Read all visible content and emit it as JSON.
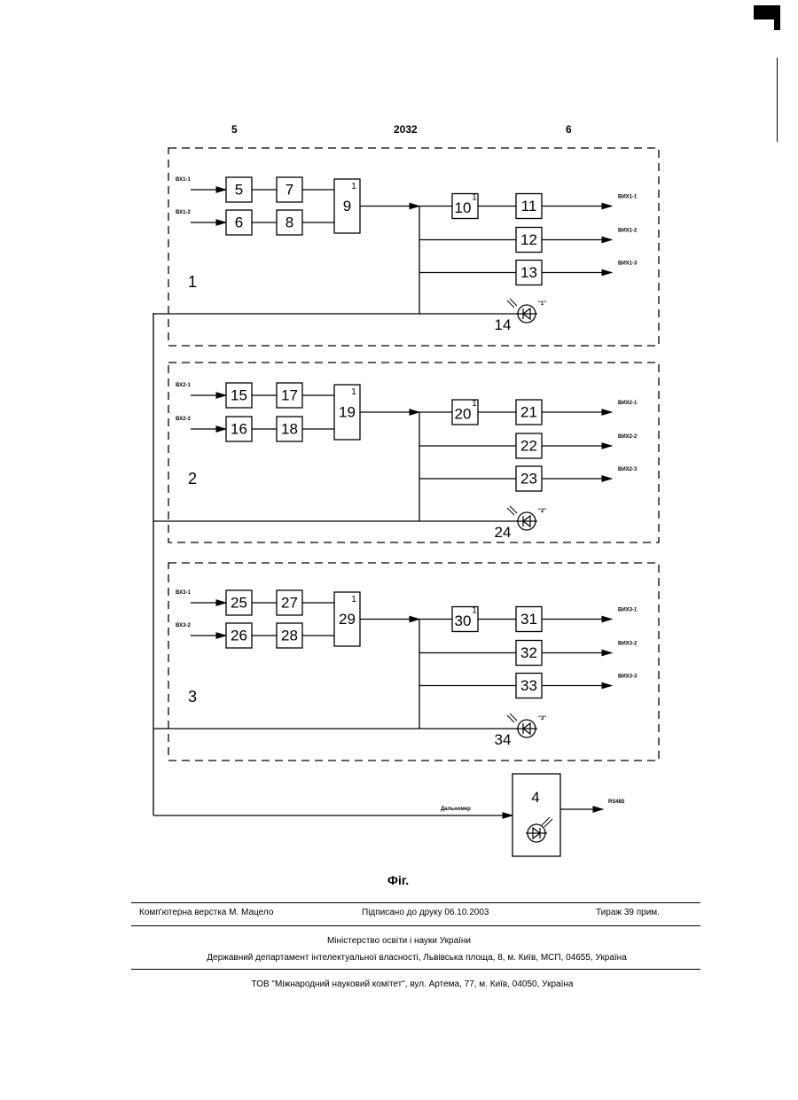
{
  "header": {
    "left": "5",
    "center": "2032",
    "right": "6"
  },
  "sections": [
    {
      "label": "1",
      "inputs": [
        "ВХ1-1",
        "ВХ1-2"
      ],
      "row_top": [
        "5",
        "7"
      ],
      "row_bottom": [
        "6",
        "8"
      ],
      "or_gate": "9",
      "gate_mark": "1",
      "or_small": "10",
      "small_mark": "1",
      "outputs_blocks": [
        "11",
        "12",
        "13"
      ],
      "outputs": [
        "ВИХ1-1",
        "ВИХ1-2",
        "ВИХ1-3"
      ],
      "led": "14",
      "led_tag": "\"1\""
    },
    {
      "label": "2",
      "inputs": [
        "ВХ2-1",
        "ВХ2-2"
      ],
      "row_top": [
        "15",
        "17"
      ],
      "row_bottom": [
        "16",
        "18"
      ],
      "or_gate": "19",
      "gate_mark": "1",
      "or_small": "20",
      "small_mark": "1",
      "outputs_blocks": [
        "21",
        "22",
        "23"
      ],
      "outputs": [
        "ВИХ2-1",
        "ВИХ2-2",
        "ВИХ2-3"
      ],
      "led": "24",
      "led_tag": "\"2\""
    },
    {
      "label": "3",
      "inputs": [
        "ВХ3-1",
        "ВХ3-2"
      ],
      "row_top": [
        "25",
        "27"
      ],
      "row_bottom": [
        "26",
        "28"
      ],
      "or_gate": "29",
      "gate_mark": "1",
      "or_small": "30",
      "small_mark": "1",
      "outputs_blocks": [
        "31",
        "32",
        "33"
      ],
      "outputs": [
        "ВИХ3-1",
        "ВИХ3-2",
        "ВИХ3-3"
      ],
      "led": "34",
      "led_tag": "\"3\""
    }
  ],
  "bottom_block": {
    "number": "4",
    "input_label": "Дальномер",
    "output_label": "RS485"
  },
  "figure_caption": "Фіг.",
  "footer": {
    "typesetting": "Комп'ютерна верстка М. Мацело",
    "signed": "Підписано до друку 06.10.2003",
    "circulation": "Тираж 39 прим.",
    "ministry": "Міністерство освіти і науки України",
    "department": "Державний департамент інтелектуальної власності, Львівська площа, 8, м. Київ, МСП, 04655, Україна",
    "publisher": "ТОВ \"Міжнародний науковий комітет\", вул. Артема, 77, м. Київ, 04050, Україна"
  }
}
